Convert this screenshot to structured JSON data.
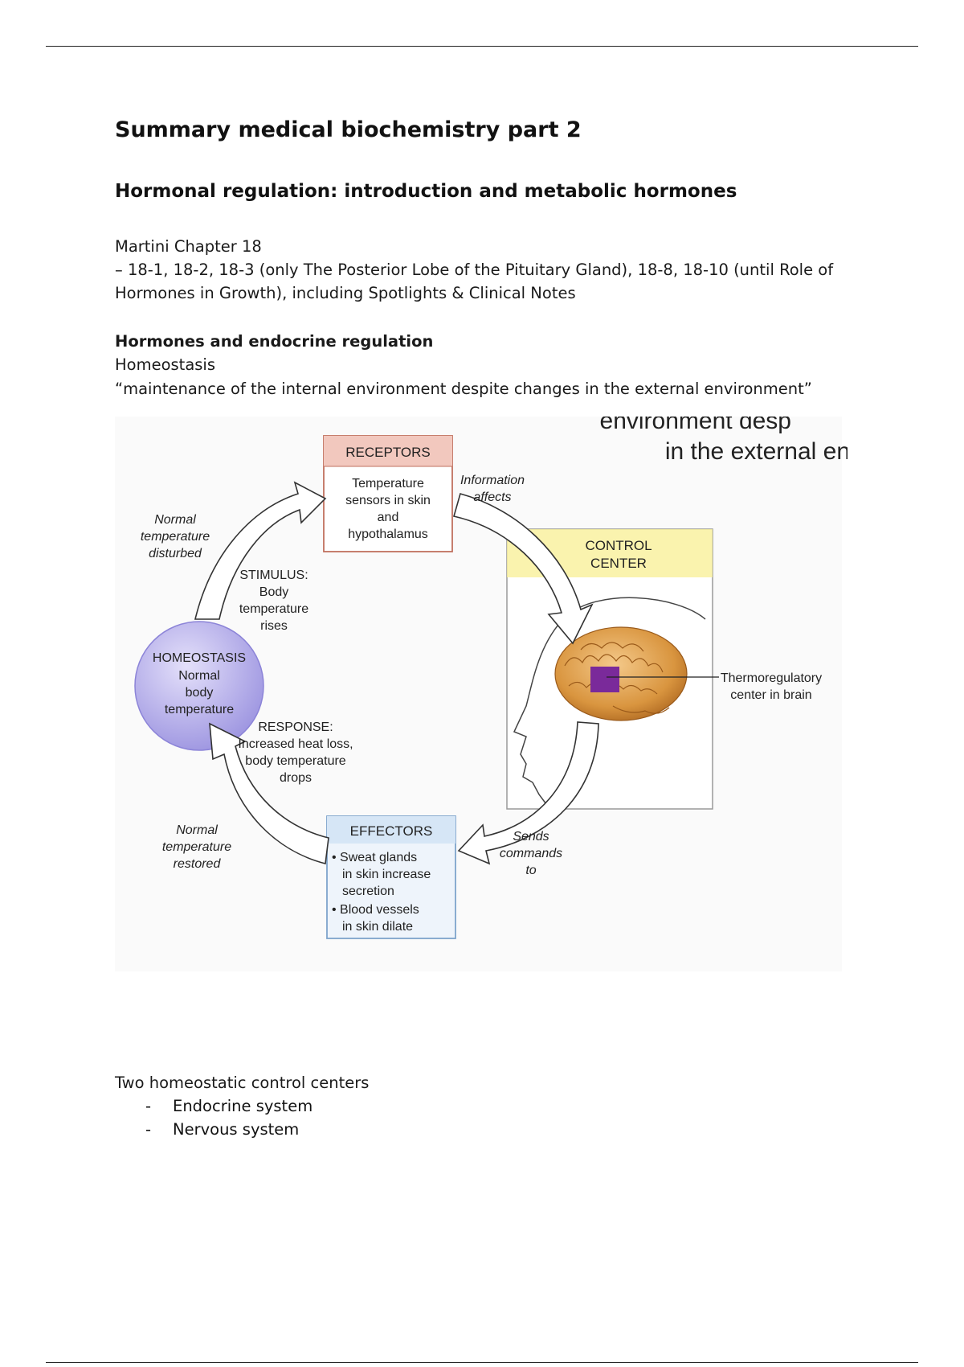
{
  "document": {
    "title": "Summary medical biochemistry part 2",
    "subtitle": "Hormonal regulation: introduction and metabolic hormones",
    "reading": {
      "line1": "Martini Chapter 18",
      "line2": "– 18-1, 18-2, 18-3 (only The Posterior Lobe of the Pituitary Gland), 18-8, 18-10 (until Role of",
      "line3": "Hormones in Growth), including Spotlights & Clinical Notes"
    },
    "section": {
      "heading": "Hormones and endocrine regulation",
      "term": "Homeostasis",
      "definition": "“maintenance of the internal environment despite changes in the external environment”"
    },
    "control_centers": {
      "intro": "Two homeostatic control centers",
      "items": [
        "Endocrine system",
        "Nervous system"
      ]
    }
  },
  "figure": {
    "cropped_text": {
      "line1": "environment desp",
      "line2": "in the external en"
    },
    "receptors": {
      "title": "RECEPTORS",
      "lines": [
        "Temperature",
        "sensors in skin",
        "and",
        "hypothalamus"
      ]
    },
    "control_center": {
      "title_lines": [
        "CONTROL",
        "CENTER"
      ]
    },
    "effectors": {
      "title": "EFFECTORS",
      "lines": [
        "• Sweat glands",
        "in skin increase",
        "secretion",
        "• Blood vessels",
        "in skin dilate"
      ]
    },
    "homeostasis": {
      "title": "HOMEOSTASIS",
      "lines": [
        "Normal",
        "body",
        "temperature"
      ]
    },
    "stimulus": [
      "STIMULUS:",
      "Body",
      "temperature",
      "rises"
    ],
    "response": [
      "RESPONSE:",
      "Increased heat loss,",
      "body temperature",
      "drops"
    ],
    "labels": {
      "disturbed": [
        "Normal",
        "temperature",
        "disturbed"
      ],
      "restored": [
        "Normal",
        "temperature",
        "restored"
      ],
      "information": [
        "Information",
        "affects"
      ],
      "sends": [
        "Sends",
        "commands",
        "to"
      ],
      "thermo": [
        "Thermoregulatory",
        "center in brain"
      ]
    },
    "colors": {
      "receptor_fill": "#f2c8be",
      "receptor_border": "#c0705e",
      "control_fill": "#f9f09a",
      "effector_fill": "#d6e6f6",
      "effector_border": "#7ea4cc",
      "homeostasis_fill": "#b8b2ec",
      "thermo_square": "#7a2a9a"
    }
  }
}
